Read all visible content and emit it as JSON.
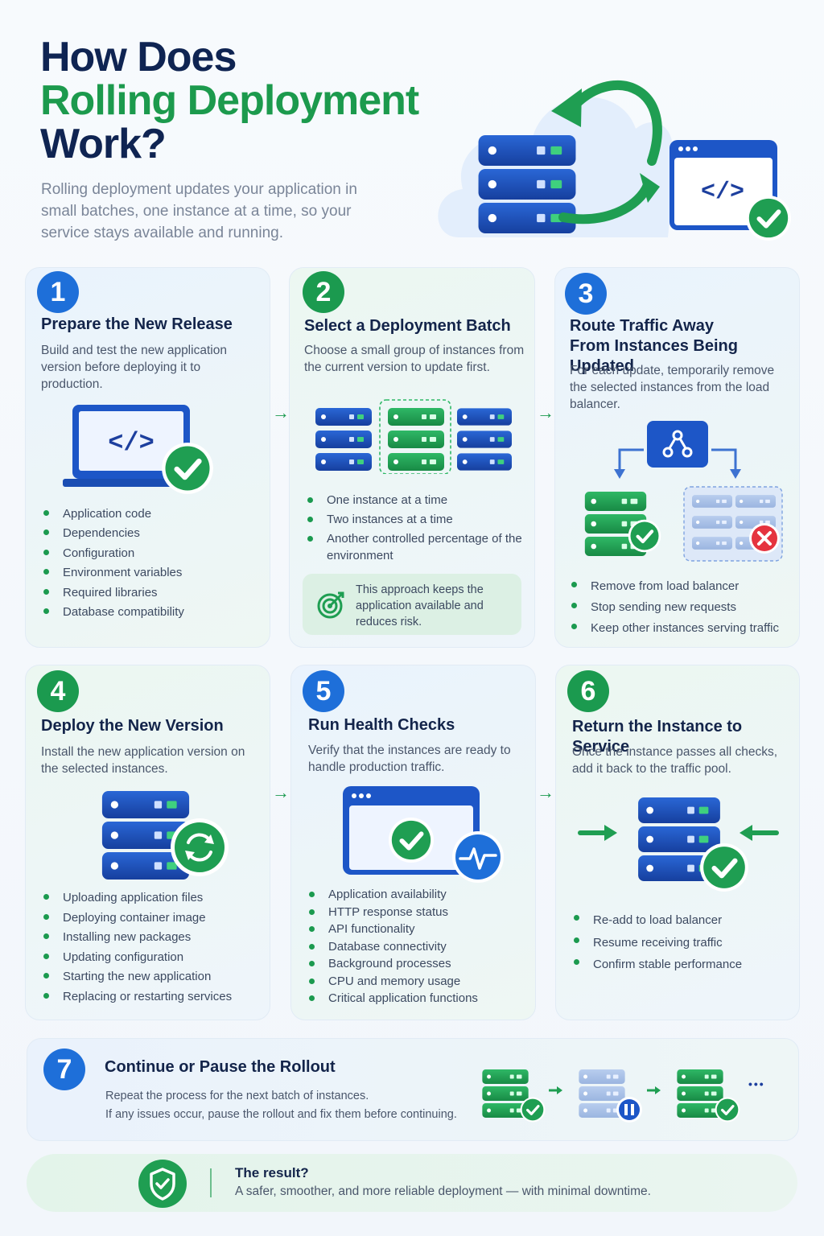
{
  "header": {
    "title_line1": "How Does",
    "title_line2": "Rolling Deployment",
    "title_line3": "Work?",
    "subtitle": "Rolling deployment updates your application in small batches, one instance at a time, so your service stays available and running."
  },
  "colors": {
    "navy": "#0f2452",
    "green": "#1b9a4f",
    "blue": "#1e6fd9",
    "red": "#e5333f"
  },
  "steps": [
    {
      "number": "1",
      "title": "Prepare the New Release",
      "description": "Build and test the new application version before deploying it to production.",
      "items": [
        "Application code",
        "Dependencies",
        "Configuration",
        "Environment variables",
        "Required libraries",
        "Database compatibility"
      ]
    },
    {
      "number": "2",
      "title": "Select a Deployment Batch",
      "description": "Choose a small group of instances from the current version to update first.",
      "items": [
        "One instance at a time",
        "Two instances at a time",
        "Another controlled percentage of the environment"
      ],
      "note": "This approach keeps the application available and reduces risk."
    },
    {
      "number": "3",
      "title_line1": "Route Traffic Away",
      "title_line2": "From Instances Being Updated",
      "description": "For each update, temporarily remove the selected instances from the load balancer.",
      "items": [
        "Remove from load balancer",
        "Stop sending new requests",
        "Keep other instances serving traffic"
      ]
    },
    {
      "number": "4",
      "title": "Deploy the New Version",
      "description": "Install the new application version on the selected instances.",
      "items": [
        "Uploading application files",
        "Deploying container image",
        "Installing new packages",
        "Updating configuration",
        "Starting the new application",
        "Replacing or restarting services"
      ]
    },
    {
      "number": "5",
      "title": "Run Health Checks",
      "description": "Verify that the instances are ready to handle production traffic.",
      "items": [
        "Application availability",
        "HTTP response status",
        "API functionality",
        "Database connectivity",
        "Background processes",
        "CPU and memory usage",
        "Critical application functions"
      ]
    },
    {
      "number": "6",
      "title": "Return the Instance to Service",
      "description": "Once the instance passes all checks, add it back to the traffic pool.",
      "items": [
        "Re-add to load balancer",
        "Resume receiving traffic",
        "Confirm stable performance"
      ]
    }
  ],
  "step7": {
    "number": "7",
    "title": "Continue or Pause the Rollout",
    "line1": "Repeat the process for the next batch of instances.",
    "line2": "If any issues occur, pause the rollout and fix them before continuing.",
    "ellipsis": "•••"
  },
  "result": {
    "title": "The result?",
    "text": "A safer, smoother, and more reliable deployment — with minimal downtime."
  },
  "icons": [
    "cloud-icon",
    "server-stack-icon",
    "refresh-arrows-icon",
    "code-window-icon",
    "check-icon",
    "laptop-icon",
    "target-icon",
    "load-balancer-icon",
    "close-icon",
    "sync-icon",
    "heartbeat-icon",
    "pause-icon",
    "shield-check-icon",
    "arrow-right-icon"
  ]
}
